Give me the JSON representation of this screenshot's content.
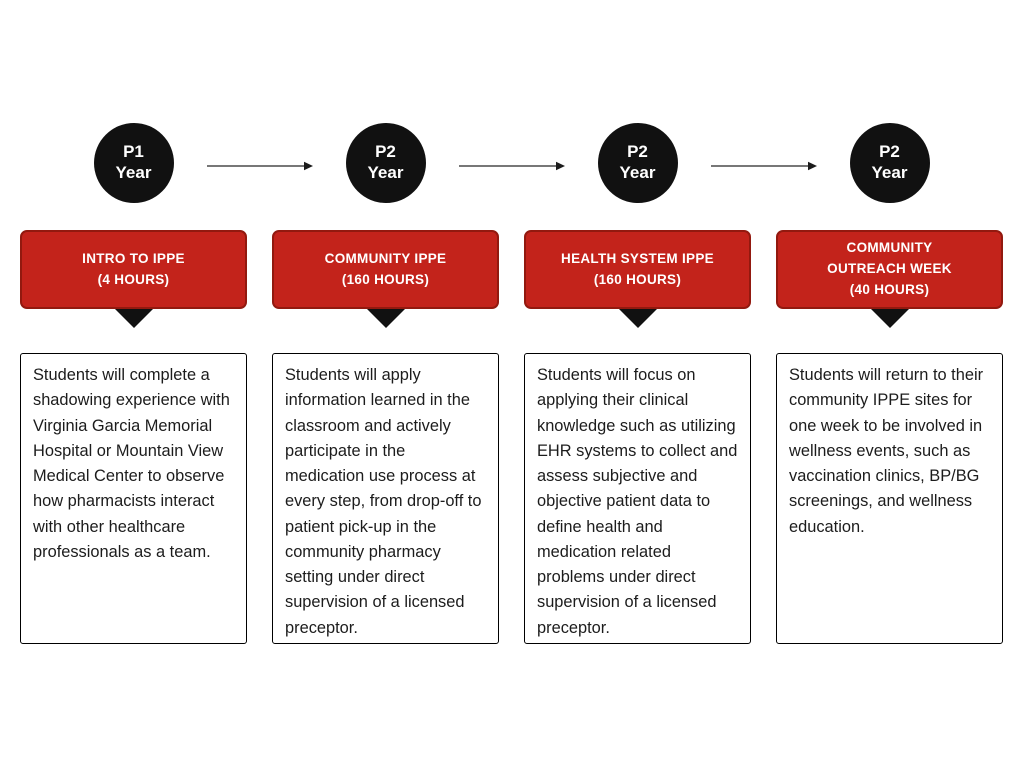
{
  "theme": {
    "accent": "#c3231b",
    "accent-border": "#92190f",
    "ink": "#111111",
    "arrow": "#4a4a4a",
    "body-text": "#1c1c1c"
  },
  "columns": [
    {
      "year_line1": "P1",
      "year_line2": "Year",
      "banner_title": "INTRO TO IPPE",
      "banner_hours": "(4 HOURS)",
      "description": "Students will complete a shadowing experience with Virginia Garcia Memorial Hospital or Mountain View Medical Center to observe how pharmacists interact with other healthcare professionals as a team."
    },
    {
      "year_line1": "P2",
      "year_line2": "Year",
      "banner_title": "COMMUNITY IPPE",
      "banner_hours": "(160 HOURS)",
      "description": "Students will apply information learned in the classroom and actively participate in the medication use process at every step, from drop-off to patient pick-up in the community pharmacy setting under direct supervision of a licensed preceptor."
    },
    {
      "year_line1": "P2",
      "year_line2": "Year",
      "banner_title": "HEALTH SYSTEM IPPE",
      "banner_hours": "(160 HOURS)",
      "description": "Students will focus on applying their clinical knowledge such as utilizing EHR systems to collect and assess subjective and objective patient data to define health and medication related problems under direct supervision of a licensed preceptor."
    },
    {
      "year_line1": "P2",
      "year_line2": "Year",
      "banner_title": "COMMUNITY\nOUTREACH WEEK",
      "banner_hours": "(40 HOURS)",
      "description": "Students will return to their community IPPE sites for one week to be involved in wellness events, such as vaccination clinics, BP/BG screenings, and wellness education."
    }
  ]
}
